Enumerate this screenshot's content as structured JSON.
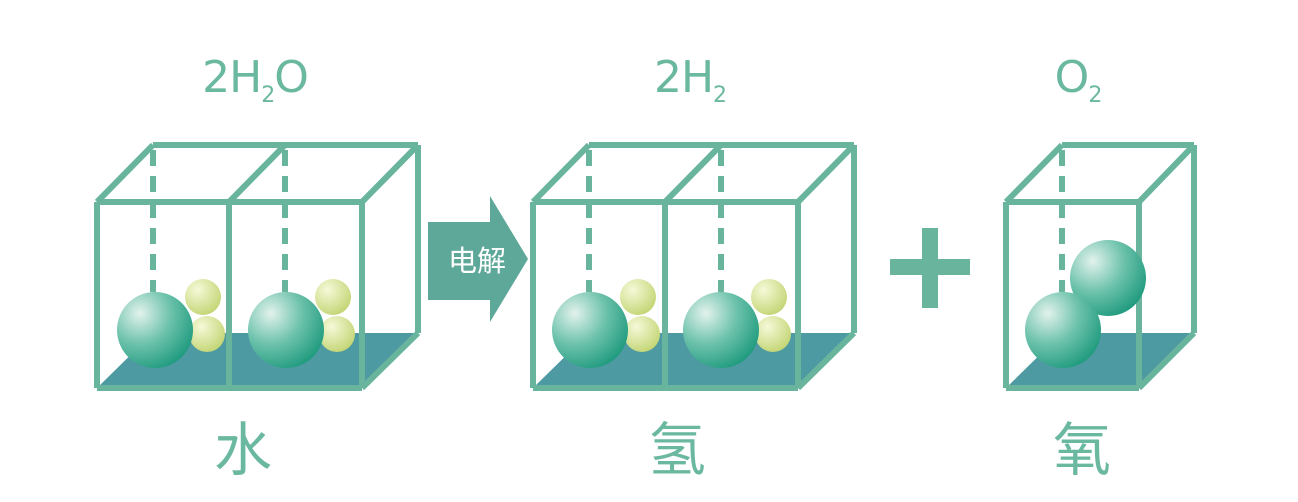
{
  "colors": {
    "frame": "#68b49d",
    "text": "#6bb8a0",
    "floor": "#4e9aa2",
    "large_ball_light": "#dff0e9",
    "large_ball_dark": "#1f9c7f",
    "small_ball_light": "#f4f7d2",
    "small_ball_dark": "#c5d77a",
    "arrow_fill": "#5ea89a",
    "arrow_text": "#ffffff"
  },
  "water": {
    "formula": {
      "coef": "2",
      "el1": "H",
      "sub1": "2",
      "el2": "O"
    },
    "name": "水"
  },
  "reaction": {
    "arrow_label": "电解"
  },
  "hydrogen": {
    "formula": {
      "coef": "2",
      "el1": "H",
      "sub1": "2"
    },
    "name": "氢"
  },
  "plus_sign": "+",
  "oxygen": {
    "formula": {
      "el1": "O",
      "sub1": "2"
    },
    "name": "氧"
  }
}
